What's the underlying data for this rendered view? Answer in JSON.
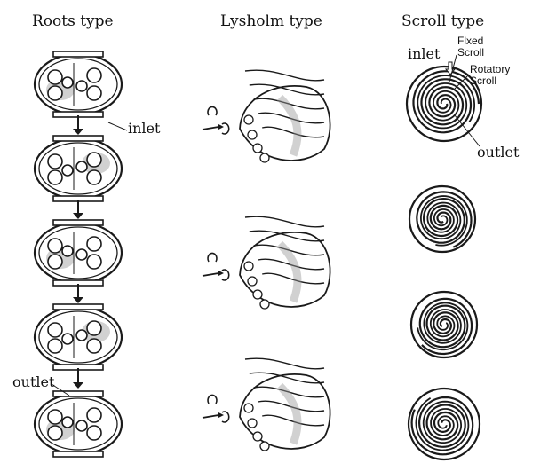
{
  "columns": {
    "roots": "Roots type",
    "lysholm": "Lysholm type",
    "scroll": "Scroll type"
  },
  "roots_labels": {
    "inlet": "inlet",
    "outlet": "outlet"
  },
  "scroll_labels": {
    "inlet": "inlet",
    "fixed_1": "Flxed",
    "fixed_2": "Scroll",
    "rotatory_1": "Rotatory",
    "rotatory_2": "Scroll",
    "outlet": "outlet"
  },
  "colors": {
    "ink": "#1a1a1a",
    "shade": "#9a9a9a"
  }
}
